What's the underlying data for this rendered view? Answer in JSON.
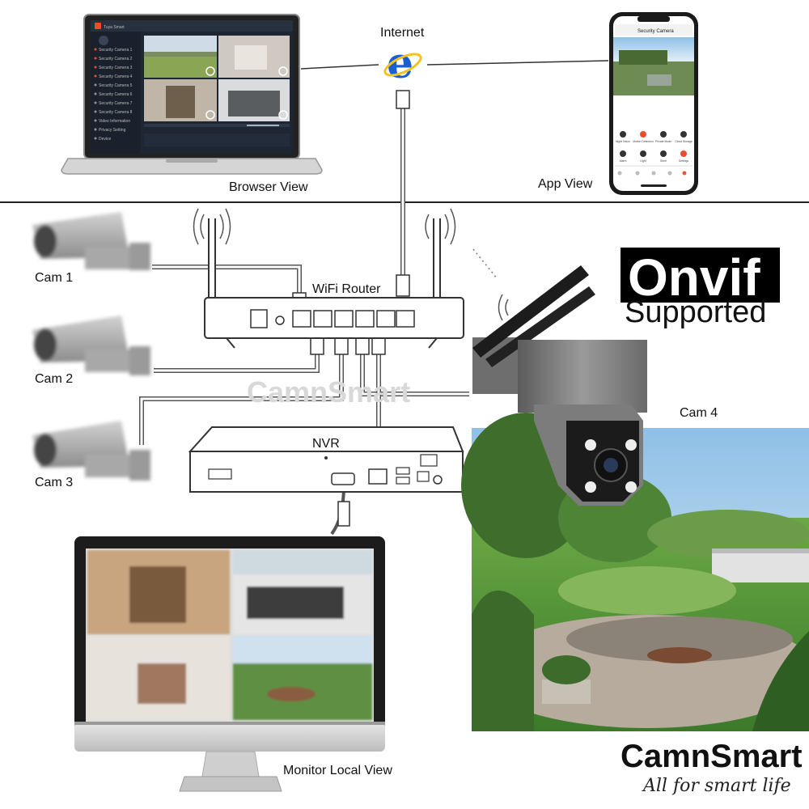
{
  "top": {
    "internet_label": "Internet",
    "browser_label": "Browser View",
    "app_label": "App View",
    "browser_ui": {
      "brand": "Tuya Smart",
      "sidebar_items": [
        "Security Camera 1",
        "Security Camera 2",
        "Security Camera 3",
        "Security Camera 4",
        "Security Camera 5",
        "Security Camera 6",
        "Security Camera 7",
        "Security Camera 8",
        "Video Information",
        "Privacy Setting",
        "Device"
      ]
    },
    "app_ui": {
      "title": "Security Camera",
      "controls": [
        "Night Vision",
        "Motion Detection",
        "Private Mode",
        "Cloud Storage",
        "Alarm",
        "Light",
        "Siren",
        "Settings"
      ]
    }
  },
  "network": {
    "cameras": [
      "Cam 1",
      "Cam 2",
      "Cam 3"
    ],
    "router_label": "WiFi Router",
    "nvr_label": "NVR",
    "monitor_label": "Monitor Local View",
    "ptz_label": "Cam 4",
    "watermark": "CamnSmart"
  },
  "badge": {
    "onvif": "Onvif",
    "supported": "Supported"
  },
  "brand": {
    "name": "CamnSmart",
    "tagline": "All for smart life"
  },
  "colors": {
    "ie_blue": "#1a5fd0",
    "ie_ring": "#f4c21f",
    "badge_bg": "#000000",
    "grass": "#5a9a3a",
    "sky": "#a9cde8",
    "dark_screen": "#1e2633"
  }
}
